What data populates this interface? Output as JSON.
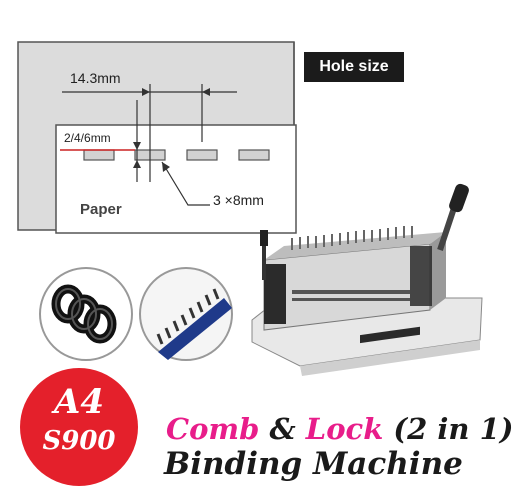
{
  "diagram": {
    "pitch_label": "14.3mm",
    "hole_depth_label": "2/4/6mm",
    "hole_size_label": "3 ×8mm",
    "paper_label": "Paper"
  },
  "badge": {
    "label": "Hole size"
  },
  "model": {
    "size": "A4",
    "code": "S900"
  },
  "title": {
    "word1": "Comb",
    "amp": "&",
    "word2": "Lock",
    "suffix": "(2 in 1)",
    "line2": "Binding Machine"
  },
  "colors": {
    "accent_red": "#e4202b",
    "accent_pink": "#e81d8a",
    "guide_red": "#cc2222"
  },
  "icons": [
    "comb-binding-icon",
    "lock-binding-icon",
    "binding-machine-image"
  ]
}
